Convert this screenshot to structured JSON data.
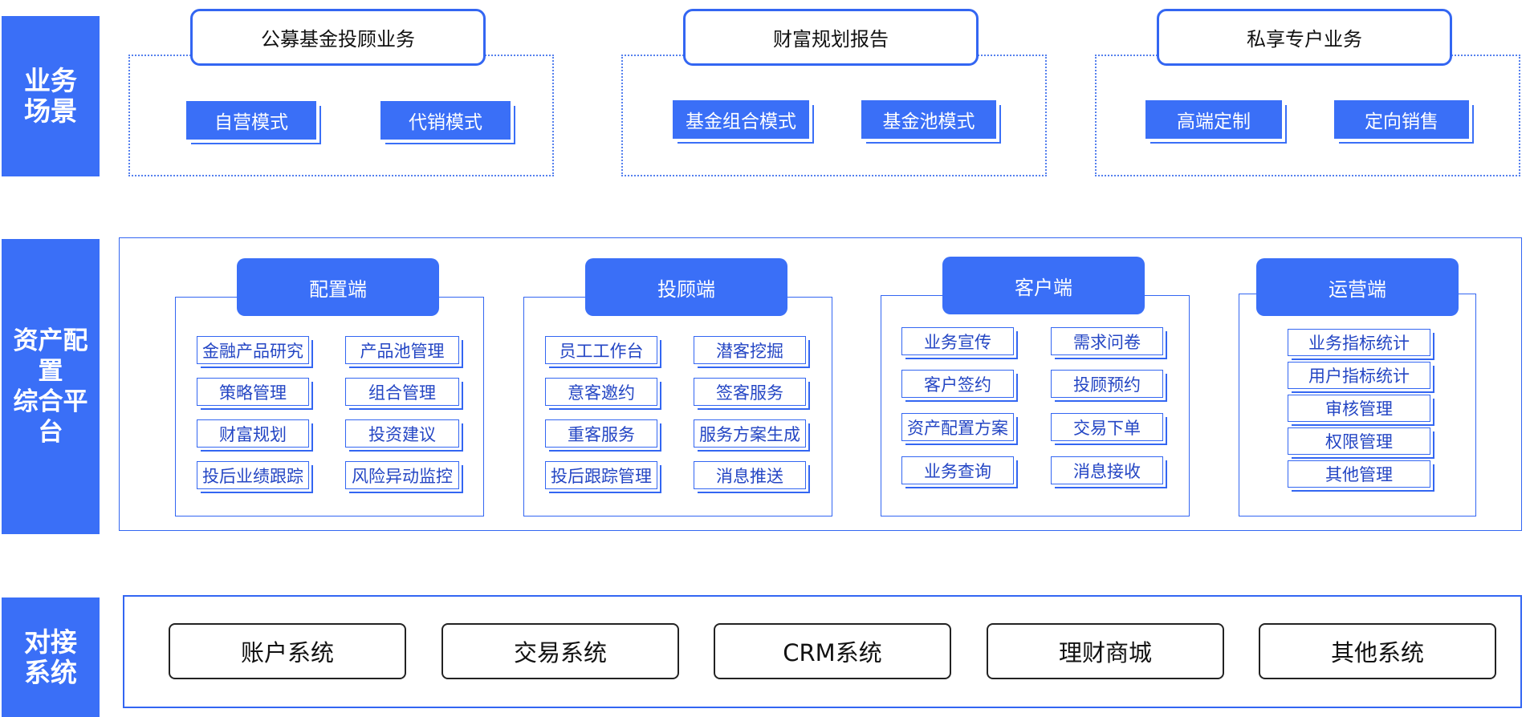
{
  "rows": {
    "scenes": "业务\n场景",
    "platform": "资产配置\n综合平台",
    "systems": "对接\n系统"
  },
  "scenes": [
    {
      "title": "公募基金投顾业务",
      "modes": [
        "自营模式",
        "代销模式"
      ]
    },
    {
      "title": "财富规划报告",
      "modes": [
        "基金组合模式",
        "基金池模式"
      ]
    },
    {
      "title": "私享专户业务",
      "modes": [
        "高端定制",
        "定向销售"
      ]
    }
  ],
  "terminals": [
    {
      "name": "配置端",
      "functions": [
        "金融产品研究",
        "产品池管理",
        "策略管理",
        "组合管理",
        "财富规划",
        "投资建议",
        "投后业绩跟踪",
        "风险异动监控"
      ]
    },
    {
      "name": "投顾端",
      "functions": [
        "员工工作台",
        "潜客挖掘",
        "意客邀约",
        "签客服务",
        "重客服务",
        "服务方案生成",
        "投后跟踪管理",
        "消息推送"
      ]
    },
    {
      "name": "客户端",
      "functions": [
        "业务宣传",
        "需求问卷",
        "客户签约",
        "投顾预约",
        "资产配置方案",
        "交易下单",
        "业务查询",
        "消息接收"
      ]
    },
    {
      "name": "运营端",
      "functions": [
        "业务指标统计",
        "用户指标统计",
        "审核管理",
        "权限管理",
        "其他管理"
      ]
    }
  ],
  "systems": [
    "账户系统",
    "交易系统",
    "CRM系统",
    "理财商城",
    "其他系统"
  ],
  "colors": {
    "accent": "#3a6ff7",
    "border": "#3366f2",
    "dark": "#222222"
  }
}
